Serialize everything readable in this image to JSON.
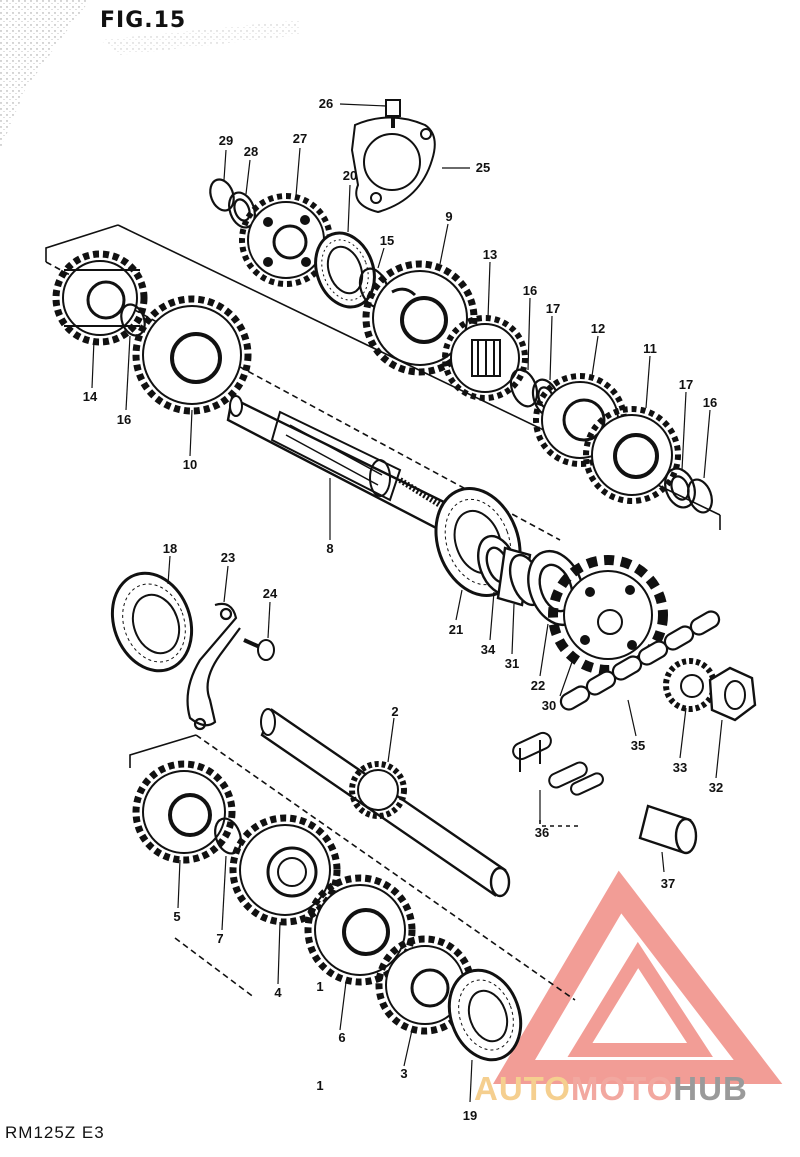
{
  "figure": {
    "title": "FIG.15"
  },
  "model": {
    "code": "RM125Z  E3"
  },
  "watermark": {
    "part1": "AUTO",
    "part2": "MOTO",
    "part3": "HUB",
    "colors": {
      "triangle": "#f08c84",
      "part1": "#f5cf8f",
      "part2": "#f2a8a0",
      "part3": "#9a9a9a"
    }
  },
  "callouts": [
    "1",
    "2",
    "3",
    "4",
    "5",
    "6",
    "7",
    "8",
    "9",
    "10",
    "11",
    "12",
    "13",
    "14",
    "15",
    "16",
    "16",
    "16",
    "17",
    "17",
    "18",
    "19",
    "20",
    "21",
    "22",
    "23",
    "24",
    "25",
    "26",
    "27",
    "28",
    "29",
    "30",
    "31",
    "32",
    "33",
    "34",
    "35",
    "36",
    "37",
    "1"
  ],
  "ink_color": "#111111"
}
